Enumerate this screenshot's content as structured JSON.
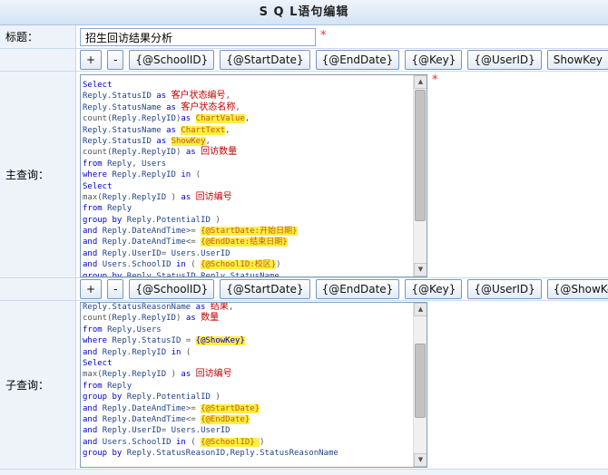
{
  "window": {
    "title": "S Q L语句编辑"
  },
  "title_field": {
    "label": "标题：",
    "value": "招生回访结果分析",
    "required_mark": "*"
  },
  "main_query": {
    "label": "主查询：",
    "required_mark": "*",
    "buttons": [
      "+",
      "-",
      "{@SchoolID}",
      "{@StartDate}",
      "{@EndDate}",
      "{@Key}",
      "{@UserID}",
      "ShowKey"
    ]
  },
  "sub_query": {
    "label": "子查询：",
    "buttons": [
      "+",
      "-",
      "{@SchoolID}",
      "{@StartDate}",
      "{@EndDate}",
      "{@Key}",
      "{@UserID}",
      "{@ShowKey}"
    ]
  },
  "main_sql": [
    [
      [
        "kw",
        "Select"
      ]
    ],
    [
      [
        "ob",
        "Reply"
      ],
      [
        "fn",
        "."
      ],
      [
        "ob",
        "StatusID "
      ],
      [
        "kw",
        "as "
      ],
      [
        "cn",
        "客户状态编号"
      ],
      [
        "fn",
        ","
      ]
    ],
    [
      [
        "ob",
        "Reply"
      ],
      [
        "fn",
        "."
      ],
      [
        "ob",
        "StatusName "
      ],
      [
        "kw",
        "as "
      ],
      [
        "cn",
        "客户状态名称"
      ],
      [
        "fn",
        ","
      ]
    ],
    [
      [
        "fn",
        "count("
      ],
      [
        "ob",
        "Reply"
      ],
      [
        "fn",
        "."
      ],
      [
        "ob",
        "ReplyID"
      ],
      [
        "fn",
        ")"
      ],
      [
        "kw",
        "as "
      ],
      [
        "hl",
        "ChartValue"
      ],
      [
        "fn",
        ","
      ]
    ],
    [
      [
        "ob",
        "Reply"
      ],
      [
        "fn",
        "."
      ],
      [
        "ob",
        "StatusName "
      ],
      [
        "kw",
        "as "
      ],
      [
        "hl",
        "ChartText"
      ],
      [
        "fn",
        ","
      ]
    ],
    [
      [
        "ob",
        "Reply"
      ],
      [
        "fn",
        "."
      ],
      [
        "ob",
        "StatusID "
      ],
      [
        "kw",
        "as "
      ],
      [
        "hl",
        "ShowKey"
      ],
      [
        "fn",
        ","
      ]
    ],
    [
      [
        "fn",
        "count("
      ],
      [
        "ob",
        "Reply"
      ],
      [
        "fn",
        "."
      ],
      [
        "ob",
        "ReplyID"
      ],
      [
        "fn",
        ") "
      ],
      [
        "kw",
        "as "
      ],
      [
        "cn",
        "回访数量"
      ]
    ],
    [
      [
        "kw",
        "from "
      ],
      [
        "ob",
        "Reply"
      ],
      [
        "fn",
        ", "
      ],
      [
        "ob",
        "Users"
      ]
    ],
    [
      [
        "kw",
        "where "
      ],
      [
        "ob",
        "Reply"
      ],
      [
        "fn",
        "."
      ],
      [
        "ob",
        "ReplyID "
      ],
      [
        "kw",
        "in "
      ],
      [
        "fn",
        "("
      ]
    ],
    [
      [
        "kw",
        "Select"
      ]
    ],
    [
      [
        "fn",
        "max("
      ],
      [
        "ob",
        "Reply"
      ],
      [
        "fn",
        "."
      ],
      [
        "ob",
        "ReplyID "
      ],
      [
        "fn",
        ") "
      ],
      [
        "kw",
        "as "
      ],
      [
        "cn",
        "回访编号"
      ]
    ],
    [
      [
        "kw",
        "from "
      ],
      [
        "ob",
        "Reply"
      ]
    ],
    [
      [
        "kw",
        "group by "
      ],
      [
        "ob",
        "Reply"
      ],
      [
        "fn",
        "."
      ],
      [
        "ob",
        "PotentialID "
      ],
      [
        "fn",
        ")"
      ]
    ],
    [
      [
        "kw",
        "and "
      ],
      [
        "ob",
        "Reply"
      ],
      [
        "fn",
        "."
      ],
      [
        "ob",
        "DateAndTime"
      ],
      [
        "fn",
        ">= "
      ],
      [
        "hl",
        "{@StartDate:开始日期}"
      ]
    ],
    [
      [
        "kw",
        "and "
      ],
      [
        "ob",
        "Reply"
      ],
      [
        "fn",
        "."
      ],
      [
        "ob",
        "DateAndTime"
      ],
      [
        "fn",
        "<= "
      ],
      [
        "hl",
        "{@EndDate:结束日期}"
      ]
    ],
    [
      [
        "kw",
        "and "
      ],
      [
        "ob",
        "Reply"
      ],
      [
        "fn",
        "."
      ],
      [
        "ob",
        "UserID"
      ],
      [
        "fn",
        "= "
      ],
      [
        "ob",
        "Users"
      ],
      [
        "fn",
        "."
      ],
      [
        "ob",
        "UserID"
      ]
    ],
    [
      [
        "kw",
        "and "
      ],
      [
        "ob",
        "Users"
      ],
      [
        "fn",
        "."
      ],
      [
        "ob",
        "SchoolID "
      ],
      [
        "kw",
        "in "
      ],
      [
        "fn",
        "( "
      ],
      [
        "hl",
        "{@SchoolID:校区}"
      ],
      [
        "fn",
        ")"
      ]
    ],
    [
      [
        "kw",
        "group by "
      ],
      [
        "ob",
        "Reply"
      ],
      [
        "fn",
        "."
      ],
      [
        "ob",
        "StatusID"
      ],
      [
        "fn",
        ","
      ],
      [
        "ob",
        "Reply"
      ],
      [
        "fn",
        "."
      ],
      [
        "ob",
        "StatusName"
      ]
    ]
  ],
  "sub_sql": [
    [
      [
        "ob",
        "Reply"
      ],
      [
        "fn",
        "."
      ],
      [
        "ob",
        "StatusReasonName "
      ],
      [
        "kw",
        "as "
      ],
      [
        "cn",
        "结果"
      ],
      [
        "fn",
        ","
      ]
    ],
    [
      [
        "fn",
        "count("
      ],
      [
        "ob",
        "Reply"
      ],
      [
        "fn",
        "."
      ],
      [
        "ob",
        "ReplyID"
      ],
      [
        "fn",
        ") "
      ],
      [
        "kw",
        "as "
      ],
      [
        "cn",
        "数量"
      ]
    ],
    [
      [
        "kw",
        "from "
      ],
      [
        "ob",
        "Reply"
      ],
      [
        "fn",
        ","
      ],
      [
        "ob",
        "Users"
      ]
    ],
    [
      [
        "kw",
        "where "
      ],
      [
        "ob",
        "Reply"
      ],
      [
        "fn",
        "."
      ],
      [
        "ob",
        "StatusID "
      ],
      [
        "fn",
        "= "
      ],
      [
        "hlk",
        "{@ShowKey}"
      ]
    ],
    [
      [
        "kw",
        "and "
      ],
      [
        "ob",
        "Reply"
      ],
      [
        "fn",
        "."
      ],
      [
        "ob",
        "ReplyID "
      ],
      [
        "kw",
        "in "
      ],
      [
        "fn",
        "("
      ]
    ],
    [
      [
        "kw",
        "Select"
      ]
    ],
    [
      [
        "fn",
        "max("
      ],
      [
        "ob",
        "Reply"
      ],
      [
        "fn",
        "."
      ],
      [
        "ob",
        "ReplyID "
      ],
      [
        "fn",
        ") "
      ],
      [
        "kw",
        "as "
      ],
      [
        "cn",
        "回访编号"
      ]
    ],
    [
      [
        "kw",
        "from "
      ],
      [
        "ob",
        "Reply"
      ]
    ],
    [
      [
        "kw",
        "group by "
      ],
      [
        "ob",
        "Reply"
      ],
      [
        "fn",
        "."
      ],
      [
        "ob",
        "PotentialID "
      ],
      [
        "fn",
        ")"
      ]
    ],
    [
      [
        "kw",
        "and "
      ],
      [
        "ob",
        "Reply"
      ],
      [
        "fn",
        "."
      ],
      [
        "ob",
        "DateAndTime"
      ],
      [
        "fn",
        ">= "
      ],
      [
        "hl",
        "{@StartDate}"
      ]
    ],
    [
      [
        "kw",
        "and "
      ],
      [
        "ob",
        "Reply"
      ],
      [
        "fn",
        "."
      ],
      [
        "ob",
        "DateAndTime"
      ],
      [
        "fn",
        "<= "
      ],
      [
        "hl",
        "{@EndDate}"
      ]
    ],
    [
      [
        "kw",
        "and "
      ],
      [
        "ob",
        "Reply"
      ],
      [
        "fn",
        "."
      ],
      [
        "ob",
        "UserID"
      ],
      [
        "fn",
        "= "
      ],
      [
        "ob",
        "Users"
      ],
      [
        "fn",
        "."
      ],
      [
        "ob",
        "UserID"
      ]
    ],
    [
      [
        "kw",
        "and "
      ],
      [
        "ob",
        "Users"
      ],
      [
        "fn",
        "."
      ],
      [
        "ob",
        "SchoolID "
      ],
      [
        "kw",
        "in "
      ],
      [
        "fn",
        "( "
      ],
      [
        "hl",
        "{@SchoolID} "
      ],
      [
        "fn",
        ")"
      ]
    ],
    [
      [
        "kw",
        "group by "
      ],
      [
        "ob",
        "Reply"
      ],
      [
        "fn",
        "."
      ],
      [
        "ob",
        "StatusReasonID"
      ],
      [
        "fn",
        ","
      ],
      [
        "ob",
        "Reply"
      ],
      [
        "fn",
        "."
      ],
      [
        "ob",
        "StatusReasonName"
      ]
    ]
  ]
}
